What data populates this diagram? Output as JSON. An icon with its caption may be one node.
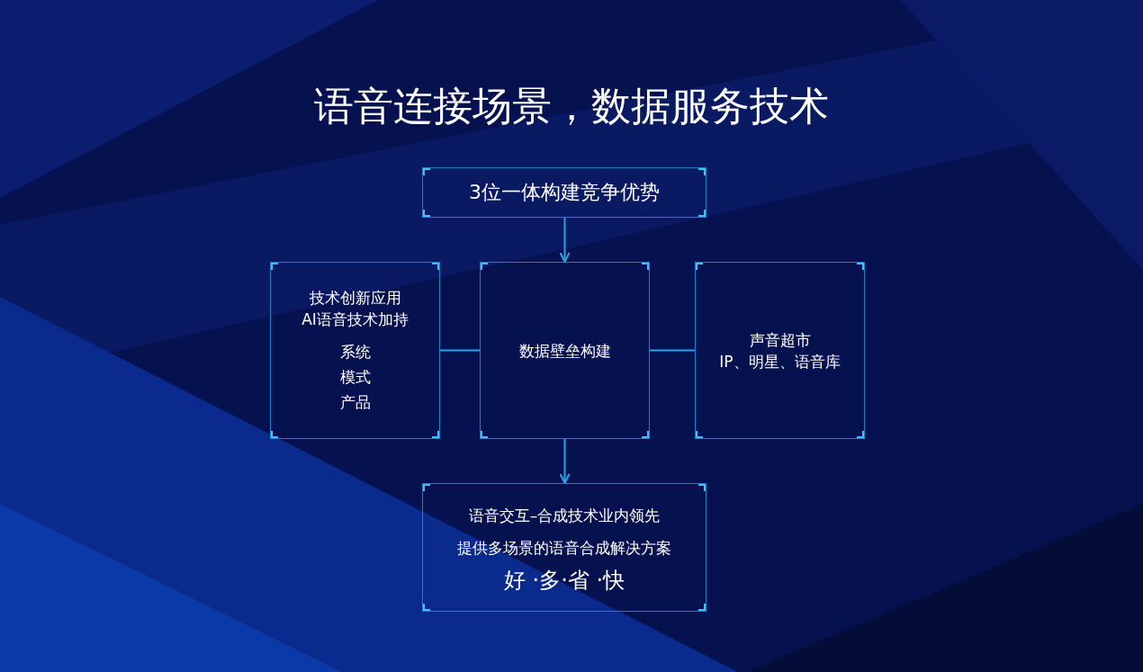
{
  "diagram": {
    "title": "语音连接场景，数据服务技术",
    "nodes": [
      {
        "text": [
          "3位一体构建竞争优势"
        ]
      },
      {
        "text": [
          "技术创新应用",
          "AI语音技术加持",
          "系统",
          "模式",
          "产品"
        ]
      },
      {
        "text": [
          "数据壁垒构建"
        ]
      },
      {
        "text": [
          "声音超市",
          "IP、明星、语音库"
        ]
      },
      {
        "text": [
          "语音交互–合成技术业内领先",
          "提供多场景的语音合成解决方案",
          "好 ·多·省 ·快"
        ]
      }
    ],
    "edges": [
      {
        "from": 0,
        "to": 2,
        "arrow": "to"
      },
      {
        "from": 1,
        "to": 2,
        "arrow": "none"
      },
      {
        "from": 2,
        "to": 3,
        "arrow": "none"
      },
      {
        "from": 2,
        "to": 4,
        "arrow": "to"
      }
    ]
  }
}
